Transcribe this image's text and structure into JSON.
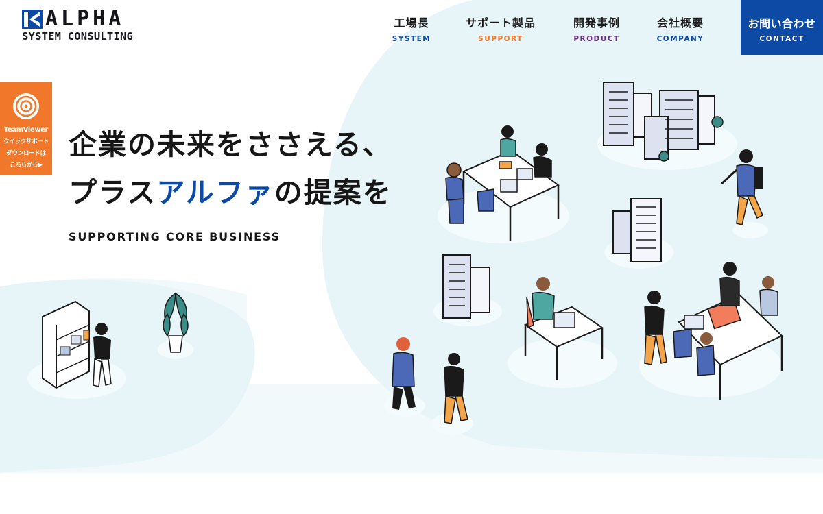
{
  "brand": {
    "logo_word": "ALPHA",
    "logo_sub": "SYSTEM CONSULTING",
    "colors": {
      "primary": "#0c4aa6",
      "tab_orange": "#f1782a",
      "bg_tint": "#e7f5f8"
    }
  },
  "nav": {
    "items": [
      {
        "ja": "工場長",
        "en": "SYSTEM",
        "color": "#0c4aa6"
      },
      {
        "ja": "サポート製品",
        "en": "SUPPORT",
        "color": "#f1782a"
      },
      {
        "ja": "開発事例",
        "en": "PRODUCT",
        "color": "#6a2c8a"
      },
      {
        "ja": "会社概要",
        "en": "COMPANY",
        "color": "#0c4aa6"
      }
    ],
    "contact": {
      "ja": "お問い合わせ",
      "en": "CONTACT"
    }
  },
  "side_tab": {
    "icon": "teamviewer-icon",
    "name": "TeamViewer",
    "line1": "クイックサポート",
    "line2": "ダウンロードは",
    "line3": "こちらから▶"
  },
  "hero": {
    "line1": "企業の未来をささえる、",
    "line2_before": "プラス",
    "line2_accent": "アルファ",
    "line2_after": "の提案を",
    "sub": "SUPPORTING CORE BUSINESS"
  }
}
